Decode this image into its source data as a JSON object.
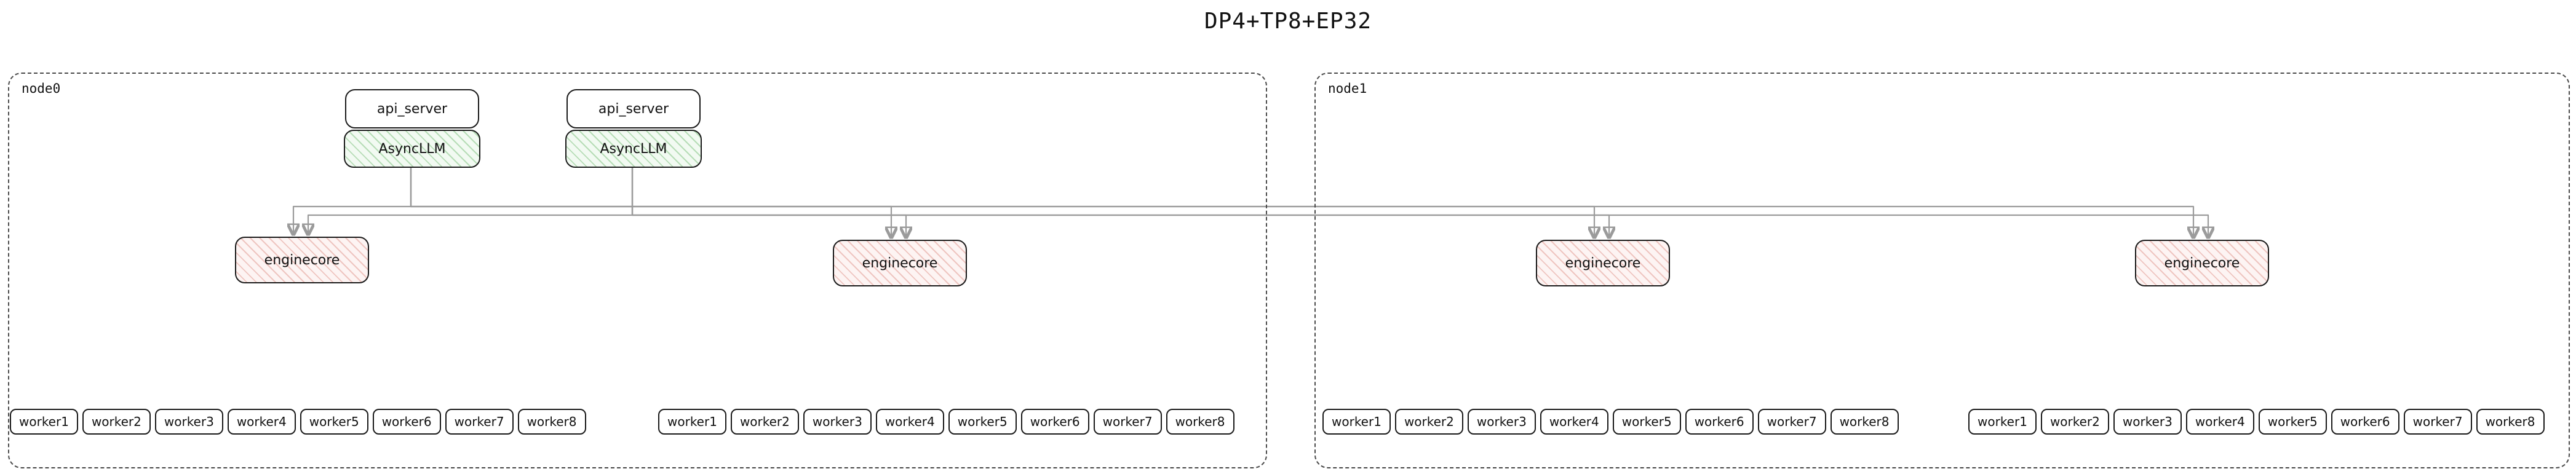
{
  "diagram": {
    "title": "DP4+TP8+EP32"
  },
  "node0": {
    "label": "node0",
    "api_server_1": "api_server",
    "api_server_2": "api_server",
    "asyncllm_1": "AsyncLLM",
    "asyncllm_2": "AsyncLLM",
    "enginecore_1": "enginecore",
    "enginecore_2": "enginecore",
    "workers_a": [
      "worker1",
      "worker2",
      "worker3",
      "worker4",
      "worker5",
      "worker6",
      "worker7",
      "worker8"
    ],
    "workers_b": [
      "worker1",
      "worker2",
      "worker3",
      "worker4",
      "worker5",
      "worker6",
      "worker7",
      "worker8"
    ]
  },
  "node1": {
    "label": "node1",
    "enginecore_1": "enginecore",
    "enginecore_2": "enginecore",
    "workers_a": [
      "worker1",
      "worker2",
      "worker3",
      "worker4",
      "worker5",
      "worker6",
      "worker7",
      "worker8"
    ],
    "workers_b": [
      "worker1",
      "worker2",
      "worker3",
      "worker4",
      "worker5",
      "worker6",
      "worker7",
      "worker8"
    ]
  },
  "colors": {
    "asyncllm_fill": "#f2faf2",
    "asyncllm_hatch": "#6eb96e",
    "enginecore_fill": "#fdf4f3",
    "enginecore_hatch": "#d7786e",
    "edge": "#9b9b9b",
    "cluster_border": "#4a4a4a"
  }
}
